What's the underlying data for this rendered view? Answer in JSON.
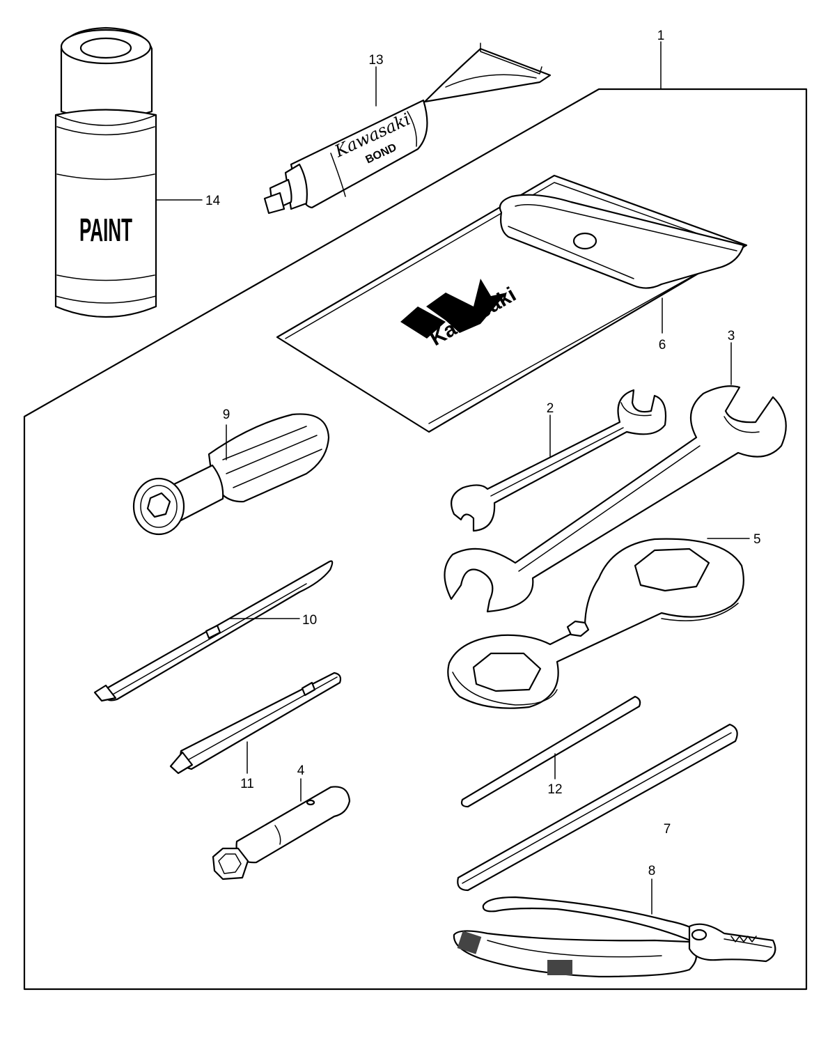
{
  "callouts": {
    "c1": "1",
    "c2": "2",
    "c3": "3",
    "c4": "4",
    "c5": "5",
    "c6": "6",
    "c7": "7",
    "c8": "8",
    "c9": "9",
    "c10": "10",
    "c11": "11",
    "c12": "12",
    "c13": "13",
    "c14": "14"
  },
  "paint_can": {
    "label": "PAINT"
  },
  "bond_tube": {
    "brand": "Kawasaki",
    "product": "BOND"
  },
  "tool_pouch": {
    "brand": "Kawasaki"
  },
  "colors": {
    "ink": "#000000",
    "paper": "#ffffff"
  }
}
